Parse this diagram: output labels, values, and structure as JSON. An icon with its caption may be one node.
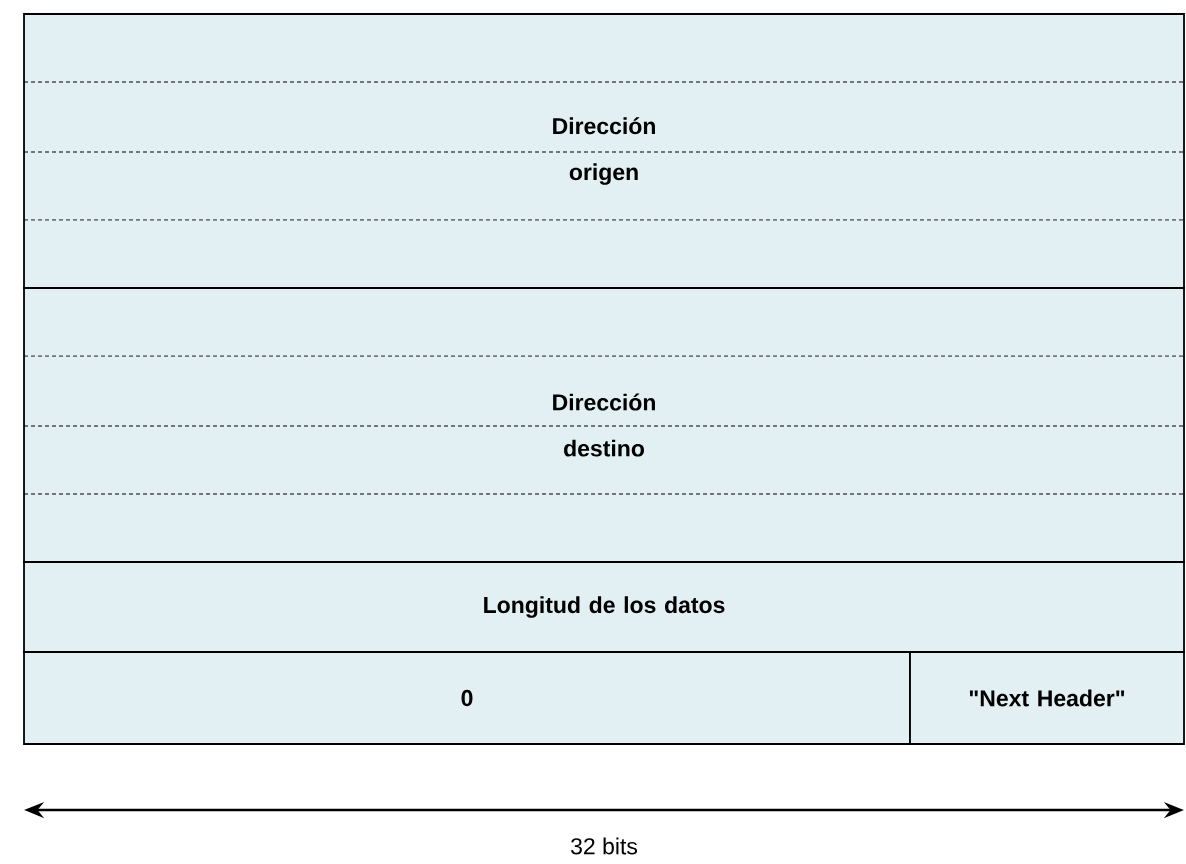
{
  "diagram": {
    "nodes": [
      {
        "text": [
          "Dirección origen"
        ]
      },
      {
        "text": [
          "Dirección destino"
        ]
      },
      {
        "text": [
          "Longitud de los datos"
        ]
      },
      {
        "text": [
          "0"
        ]
      },
      {
        "text": [
          "\"Next Header\""
        ]
      }
    ],
    "labels": [
      "32 bits"
    ]
  }
}
